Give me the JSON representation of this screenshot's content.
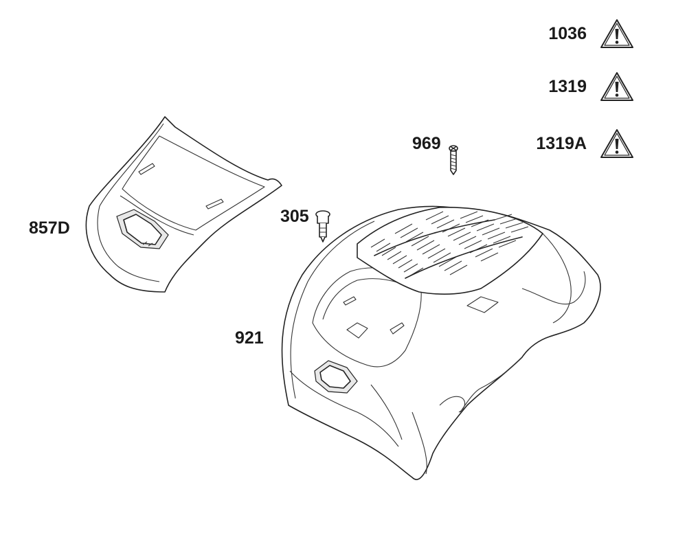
{
  "parts": {
    "p857D": "857D",
    "p305": "305",
    "p969": "969",
    "p921": "921"
  },
  "warnings": [
    {
      "label": "1036",
      "icon": "warning-triangle-icon"
    },
    {
      "label": "1319",
      "icon": "warning-triangle-icon"
    },
    {
      "label": "1319A",
      "icon": "warning-triangle-icon"
    }
  ],
  "colors": {
    "line": "#222222",
    "background": "#ffffff"
  }
}
